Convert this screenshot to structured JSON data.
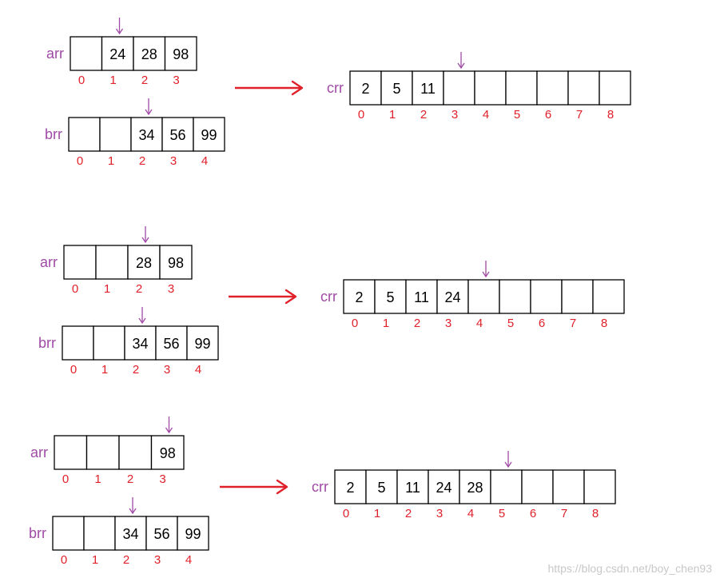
{
  "colors": {
    "label": "#a04aa6",
    "index": "#e0202a",
    "pointer": "#a04aa6",
    "transition_arrow": "#e0202a",
    "cell_border": "#000000"
  },
  "icons": {
    "pointer": "down-arrow-icon",
    "transition": "right-arrow-icon"
  },
  "steps": [
    {
      "arr": {
        "label": "arr",
        "cells": [
          "",
          "24",
          "28",
          "98"
        ],
        "indices": [
          "0",
          "1",
          "2",
          "3"
        ],
        "pointer_index": 1
      },
      "brr": {
        "label": "brr",
        "cells": [
          "",
          "",
          "34",
          "56",
          "99"
        ],
        "indices": [
          "0",
          "1",
          "2",
          "3",
          "4"
        ],
        "pointer_index": 2
      },
      "crr": {
        "label": "crr",
        "cells": [
          "2",
          "5",
          "11",
          "",
          "",
          "",
          "",
          "",
          ""
        ],
        "indices": [
          "0",
          "1",
          "2",
          "3",
          "4",
          "5",
          "6",
          "7",
          "8"
        ],
        "pointer_index": 3
      }
    },
    {
      "arr": {
        "label": "arr",
        "cells": [
          "",
          "",
          "28",
          "98"
        ],
        "indices": [
          "0",
          "1",
          "2",
          "3"
        ],
        "pointer_index": 2
      },
      "brr": {
        "label": "brr",
        "cells": [
          "",
          "",
          "34",
          "56",
          "99"
        ],
        "indices": [
          "0",
          "1",
          "2",
          "3",
          "4"
        ],
        "pointer_index": 2
      },
      "crr": {
        "label": "crr",
        "cells": [
          "2",
          "5",
          "11",
          "24",
          "",
          "",
          "",
          "",
          ""
        ],
        "indices": [
          "0",
          "1",
          "2",
          "3",
          "4",
          "5",
          "6",
          "7",
          "8"
        ],
        "pointer_index": 4
      }
    },
    {
      "arr": {
        "label": "arr",
        "cells": [
          "",
          "",
          "",
          "98"
        ],
        "indices": [
          "0",
          "1",
          "2",
          "3"
        ],
        "pointer_index": 3
      },
      "brr": {
        "label": "brr",
        "cells": [
          "",
          "",
          "34",
          "56",
          "99"
        ],
        "indices": [
          "0",
          "1",
          "2",
          "3",
          "4"
        ],
        "pointer_index": 2
      },
      "crr": {
        "label": "crr",
        "cells": [
          "2",
          "5",
          "11",
          "24",
          "28",
          "",
          "",
          "",
          ""
        ],
        "indices": [
          "0",
          "1",
          "2",
          "3",
          "4",
          "5",
          "6",
          "7",
          "8"
        ],
        "pointer_index": 5
      }
    }
  ],
  "watermark": "https://blog.csdn.net/boy_chen93"
}
